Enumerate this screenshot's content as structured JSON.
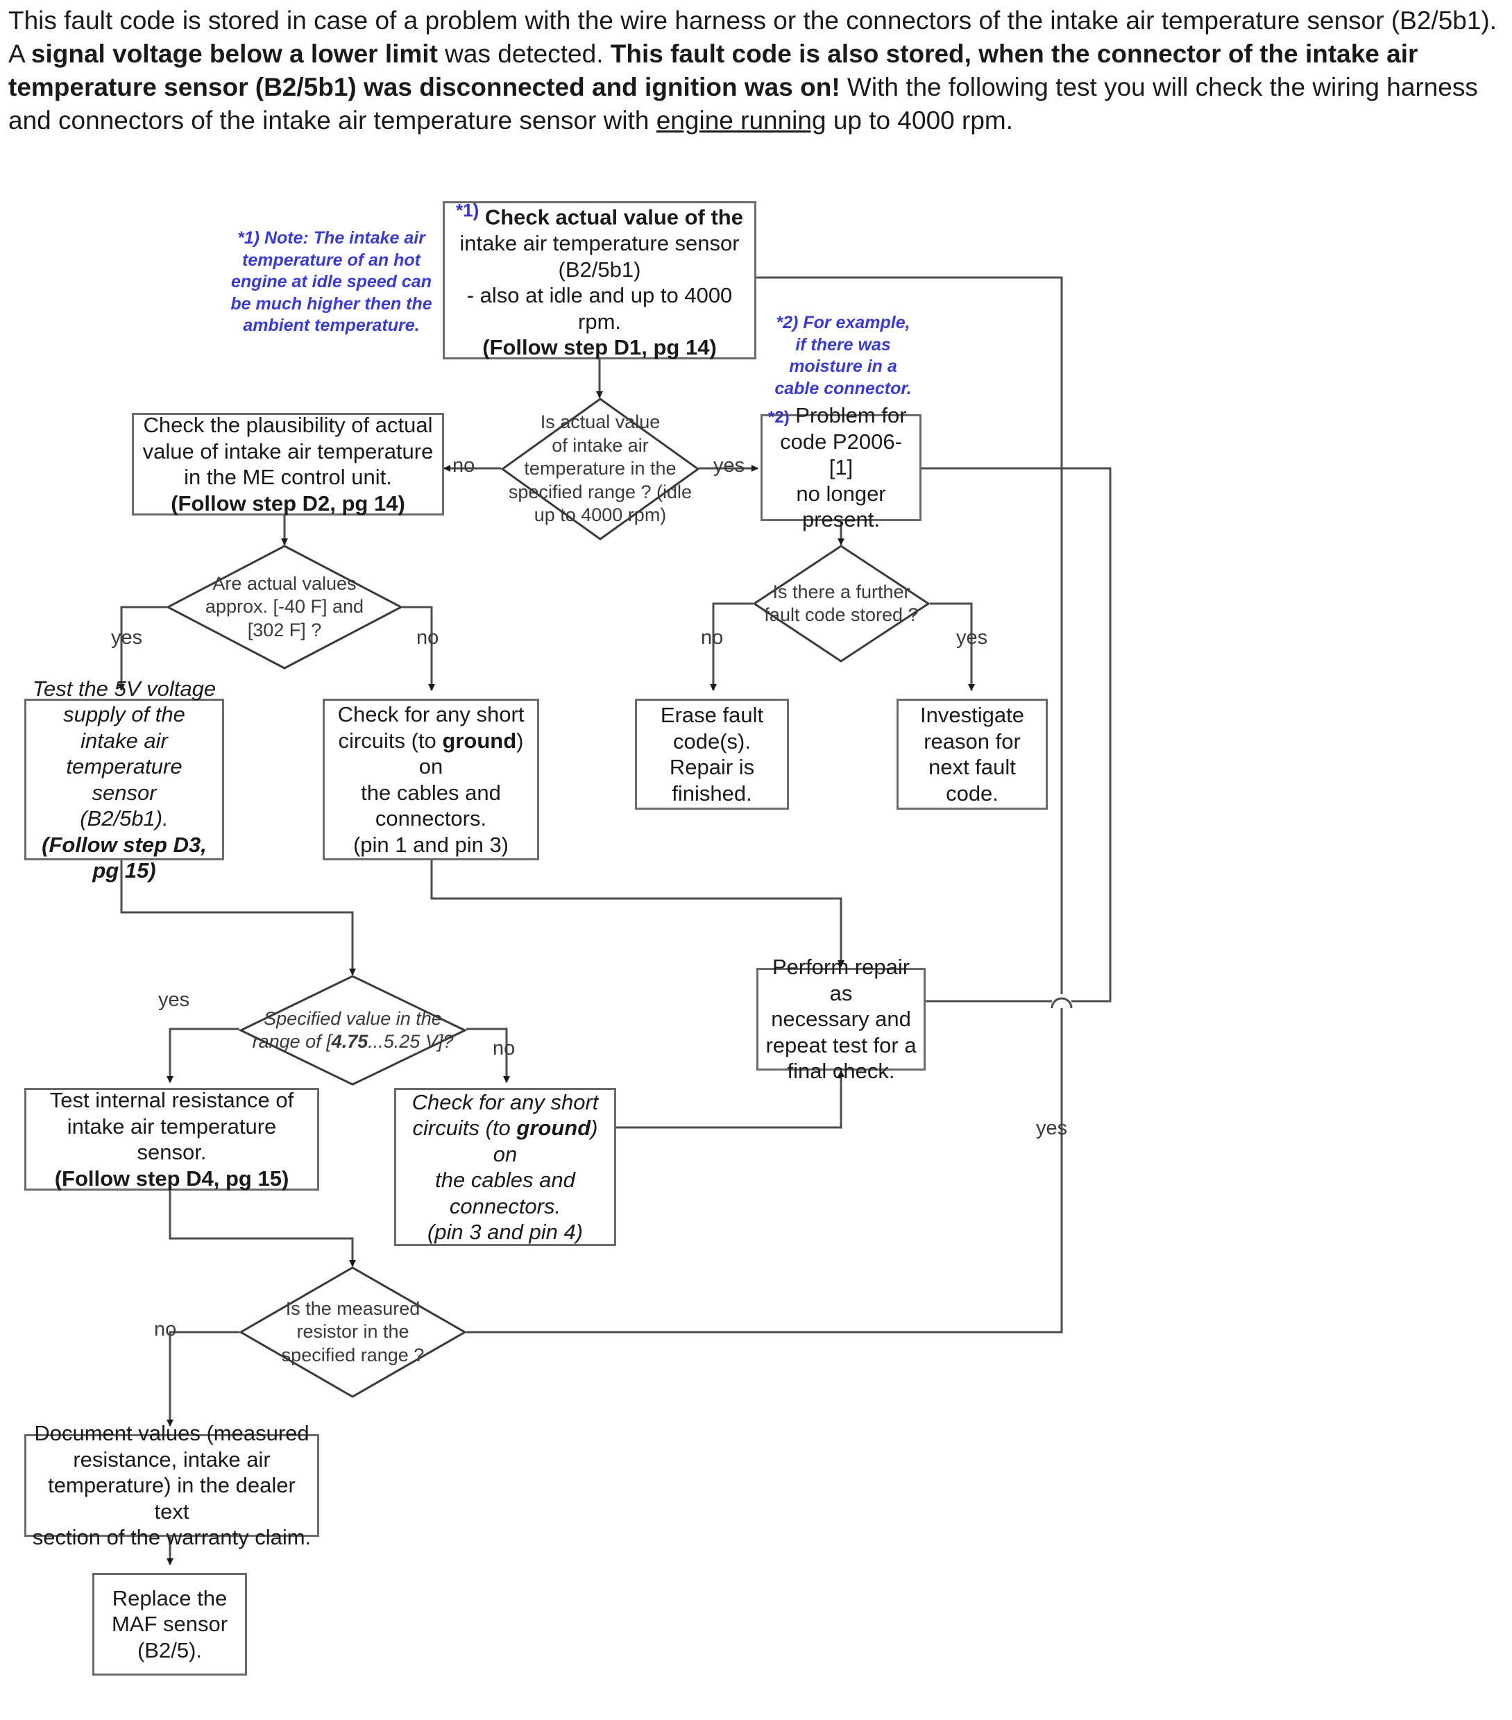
{
  "intro": {
    "p1_a": "This fault code is stored in case of a problem with the wire harness or the connectors of the intake air temperature sensor (B2/5b1). A ",
    "p1_b": "signal voltage below a lower limit",
    "p1_c": " was detected. ",
    "p1_d": "This fault code is also stored, when the connector of the intake air temperature sensor (B2/5b1) was disconnected and ignition was on!",
    "p1_e": "  With the following test you will check the wiring harness and connectors of the intake air temperature sensor with ",
    "p1_f": "engine running",
    "p1_g": " up to 4000 rpm."
  },
  "notes": {
    "note1": "*1) Note: The intake air temperature of an hot engine at idle speed can be much higher then the ambient temperature.",
    "note2": "*2) For example, if there was moisture in a cable connector."
  },
  "nodes": {
    "check_actual_value": {
      "sup": "*1)",
      "line1": " Check actual value of the",
      "line2": "intake air temperature sensor",
      "line3": "(B2/5b1)",
      "line4": "- also at idle and up to 4000 rpm.",
      "line5": "(Follow step D1, pg 14)"
    },
    "check_plausibility": {
      "line1": "Check the plausibility of actual",
      "line2": "value of intake air temperature",
      "line3": "in the ME control unit.",
      "line4": "(Follow step D2, pg 14)"
    },
    "problem_no_longer": {
      "sup": "*2)",
      "line1": " Problem for",
      "line2": "code P2006-[1]",
      "line3": "no longer",
      "line4": "present."
    },
    "test_5v": {
      "line1": "Test the 5V voltage",
      "line2": "supply of the intake air",
      "line3": "temperature sensor",
      "line4": "(B2/5b1).",
      "line5": "(Follow step D3, pg 15)"
    },
    "short_pin1_3": {
      "line1": "Check for any short",
      "line2a": "circuits (to ",
      "line2b": "ground",
      "line2c": ") on",
      "line3": "the cables and",
      "line4": "connectors.",
      "line5": "(pin 1 and pin 3)"
    },
    "erase_fault": {
      "line1": "Erase fault",
      "line2": "code(s).",
      "line3": "Repair is",
      "line4": "finished."
    },
    "investigate": {
      "line1": "Investigate",
      "line2": "reason for",
      "line3": "next fault code."
    },
    "perform_repair": {
      "line1": "Perform repair as",
      "line2": "necessary and",
      "line3": "repeat test  for a",
      "line4": "final check."
    },
    "test_resistance": {
      "line1": "Test internal resistance of",
      "line2": "intake air temperature sensor.",
      "line3": "(Follow step D4, pg 15)"
    },
    "short_pin3_4": {
      "line1": "Check for any short",
      "line2a": "circuits (to ",
      "line2b": "ground",
      "line2c": ") on",
      "line3": "the cables and",
      "line4": "connectors.",
      "line5": "(pin 3 and pin 4)"
    },
    "document_values": {
      "line1": "Document values (measured",
      "line2": "resistance, intake air",
      "line3": "temperature) in the dealer text",
      "line4": "section of the warranty claim."
    },
    "replace_maf": {
      "line1": "Replace the",
      "line2": "MAF sensor",
      "line3": "(B2/5)."
    }
  },
  "decisions": {
    "d1": {
      "line1": "Is actual value",
      "line2": "of intake air",
      "line3": "temperature in the",
      "line4": "specified range ? (idle",
      "line5": "up to 4000 rpm)"
    },
    "d2": {
      "line1": "Are actual values",
      "line2": "approx. [-40 F] and",
      "line3": "[302 F] ?"
    },
    "d3": {
      "line1": "Is there a further",
      "line2": "fault code stored ?"
    },
    "d4": {
      "line1": "Specified value in the",
      "line2a": "range of [",
      "line2b": "4.75",
      "line2c": "...5.25 V]?"
    },
    "d5": {
      "line1": "Is the measured",
      "line2": "resistor in the",
      "line3": "specified range ?"
    }
  },
  "edge_labels": {
    "d1_no": "no",
    "d1_yes": "yes",
    "d2_yes": "yes",
    "d2_no": "no",
    "d3_no": "no",
    "d3_yes": "yes",
    "d4_yes": "yes",
    "d4_no": "no",
    "d5_no": "no",
    "d5_yes": "yes"
  },
  "colors": {
    "note_blue": "#3b3bd0",
    "node_border": "#6b6b6b",
    "line": "#4d4d4d",
    "text": "#1a1a1a"
  }
}
